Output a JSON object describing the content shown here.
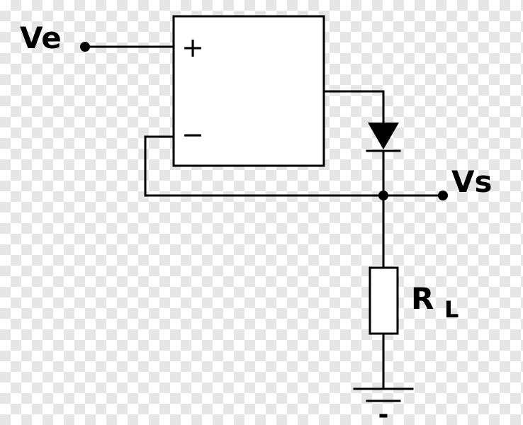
{
  "labels": {
    "input": "Ve",
    "output": "Vs",
    "resistor_main": "R",
    "resistor_sub": "L",
    "plus": "+",
    "minus": "−",
    "ground_minus": "-"
  }
}
